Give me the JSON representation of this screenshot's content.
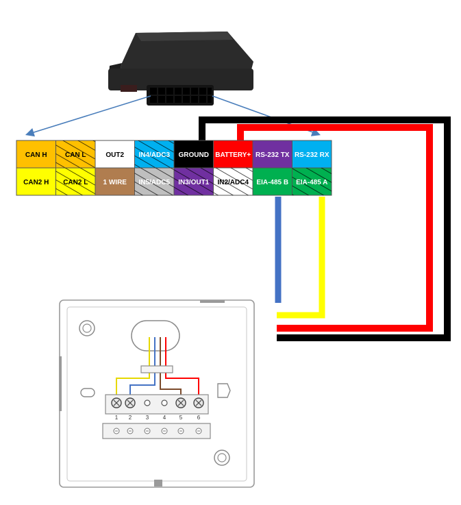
{
  "connector": {
    "pins_top": [
      {
        "label": "CAN H",
        "color": "#ffc000",
        "text_color": "#000000",
        "hatched": false
      },
      {
        "label": "CAN L",
        "color": "#ffc000",
        "text_color": "#000000",
        "hatched": true
      },
      {
        "label": "OUT2",
        "color": "#ffffff",
        "text_color": "#000000",
        "hatched": false
      },
      {
        "label": "IN4/ADC3",
        "color": "#00b0f0",
        "text_color": "#ffffff",
        "hatched": true
      },
      {
        "label": "GROUND",
        "color": "#000000",
        "text_color": "#ffffff",
        "hatched": false
      },
      {
        "label": "BATTERY+",
        "color": "#ff0000",
        "text_color": "#ffffff",
        "hatched": false
      },
      {
        "label": "RS-232 TX",
        "color": "#7030a0",
        "text_color": "#ffffff",
        "hatched": false
      },
      {
        "label": "RS-232 RX",
        "color": "#00b0f0",
        "text_color": "#ffffff",
        "hatched": false
      }
    ],
    "pins_bottom": [
      {
        "label": "CAN2 H",
        "color": "#ffff00",
        "text_color": "#000000",
        "hatched": false
      },
      {
        "label": "CAN2 L",
        "color": "#ffff00",
        "text_color": "#000000",
        "hatched": true
      },
      {
        "label": "1 WIRE",
        "color": "#b07d4f",
        "text_color": "#ffffff",
        "hatched": false
      },
      {
        "label": "IN5/ADC5",
        "color": "#bfbfbf",
        "text_color": "#ffffff",
        "hatched": true
      },
      {
        "label": "IN3/OUT1",
        "color": "#7030a0",
        "text_color": "#ffffff",
        "hatched": true
      },
      {
        "label": "IN2/ADC4",
        "color": "#ffffff",
        "text_color": "#000000",
        "hatched": true
      },
      {
        "label": "EIA-485 B",
        "color": "#00b050",
        "text_color": "#ffffff",
        "hatched": false
      },
      {
        "label": "EIA-485 A",
        "color": "#00b050",
        "text_color": "#ffffff",
        "hatched": true
      }
    ]
  },
  "wires": {
    "black": "#000000",
    "red": "#ff0000",
    "blue": "#4472c4",
    "yellow": "#ffff00",
    "brown": "#7b4a2a"
  },
  "terminal_block": {
    "numbers": [
      "1",
      "2",
      "3",
      "4",
      "5",
      "6"
    ]
  }
}
